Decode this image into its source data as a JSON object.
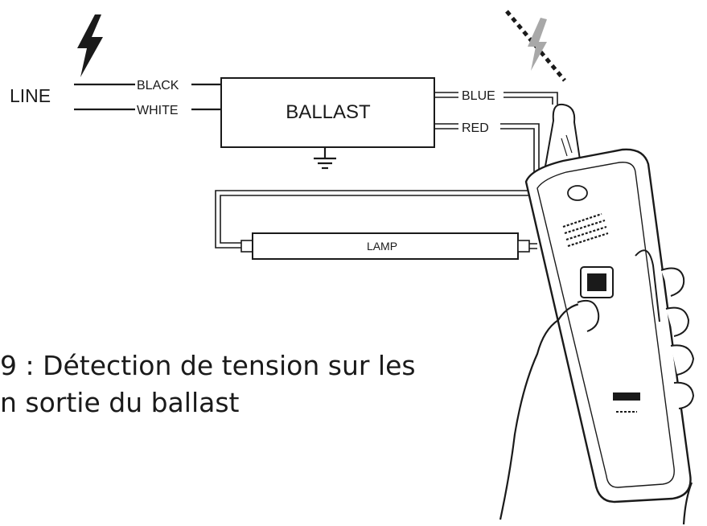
{
  "labels": {
    "line": "LINE",
    "black": "BLACK",
    "white": "WHITE",
    "ballast": "BALLAST",
    "blue": "BLUE",
    "red": "RED",
    "lamp": "LAMP"
  },
  "caption": {
    "line1": "9 : Détection de tension sur les",
    "line2": "n sortie du ballast"
  },
  "icons": {
    "line_voltage": "lightning-bolt-icon",
    "detected_voltage": "dashed-lightning-icon",
    "ground": "ground-symbol-icon"
  }
}
